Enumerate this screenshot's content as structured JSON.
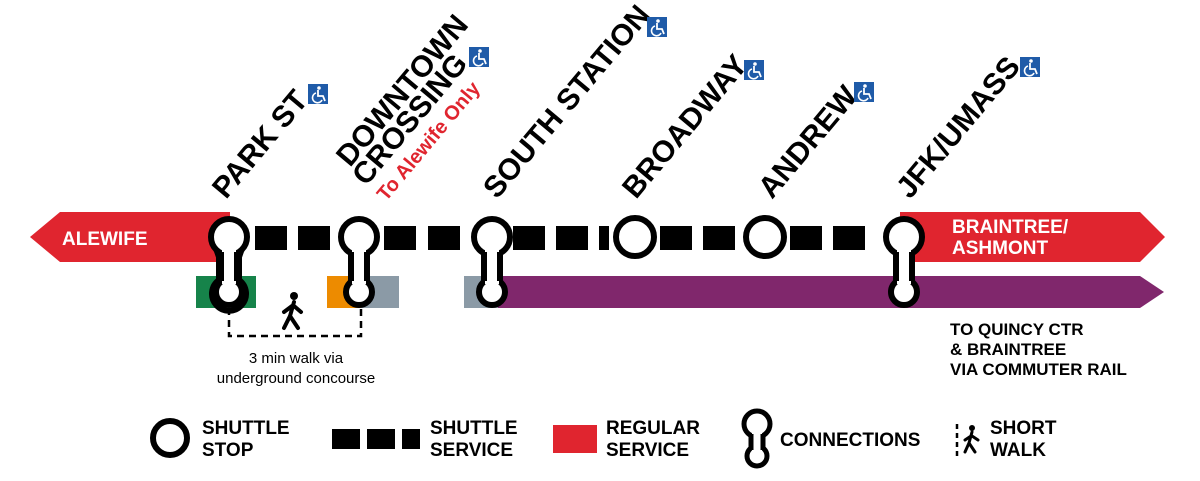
{
  "colors": {
    "red": "#e0252f",
    "purple": "#80276c",
    "green": "#16834a",
    "orange": "#ed8b00",
    "gray": "#8b9aa6",
    "accessibility_blue": "#1f5ba8",
    "black": "#000000"
  },
  "stations": [
    {
      "name": "PARK ST",
      "accessible": true
    },
    {
      "name_line1": "DOWNTOWN",
      "name_line2": "CROSSING",
      "note": "To Alewife Only",
      "accessible": true
    },
    {
      "name": "SOUTH STATION",
      "accessible": true
    },
    {
      "name": "BROADWAY",
      "accessible": true
    },
    {
      "name": "ANDREW",
      "accessible": true
    },
    {
      "name": "JFK/UMASS",
      "accessible": true
    }
  ],
  "terminals": {
    "west": "ALEWIFE",
    "east_line1": "BRAINTREE/",
    "east_line2": "ASHMONT"
  },
  "commuter_rail": {
    "line1": "TO QUINCY CTR",
    "line2": "& BRAINTREE",
    "line3": "VIA COMMUTER RAIL"
  },
  "walk": {
    "line1": "3 min walk via",
    "line2": "underground concourse",
    "icon": "pedestrian-icon"
  },
  "legend": {
    "shuttle_stop": {
      "line1": "SHUTTLE",
      "line2": "STOP"
    },
    "shuttle_service": {
      "line1": "SHUTTLE",
      "line2": "SERVICE"
    },
    "regular_service": {
      "line1": "REGULAR",
      "line2": "SERVICE"
    },
    "connections": {
      "line1": "CONNECTIONS"
    },
    "short_walk": {
      "line1": "SHORT",
      "line2": "WALK"
    }
  },
  "icons": [
    "wheelchair-icon",
    "pedestrian-icon"
  ],
  "ada_glyph": "♿"
}
